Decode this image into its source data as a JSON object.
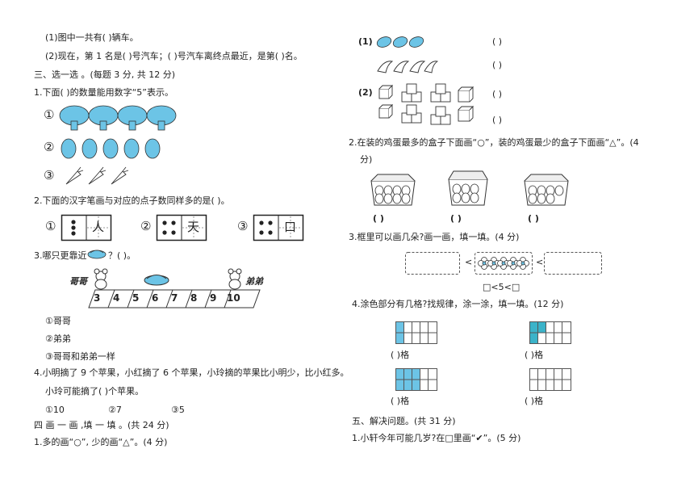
{
  "left": {
    "q_cars_1": "(1)图中一共有(    )辆车。",
    "q_cars_2": "(2)现在，第 1 名是(    )号汽车；(    )号汽车离终点最近，是第(    )名。",
    "sec3": "三、选一选 。(每题 3 分, 共 12 分)",
    "q1": "1.下面(    )的数量能用数字“5”表示。",
    "q1_opts": [
      "①",
      "②",
      "③"
    ],
    "q2": "2.下面的汉字笔画与对应的点子数同样多的是(    )。",
    "q2_opts": [
      "①",
      "②",
      "③"
    ],
    "q2_chars": [
      "人",
      "天",
      "口"
    ],
    "q3": "3.哪只更靠近",
    "q3_tail": "？(        )。",
    "q3_brother": "哥哥",
    "q3_younger": "弟弟",
    "q3_numbers": [
      "3",
      "4",
      "5",
      "6",
      "7",
      "8",
      "9",
      "10"
    ],
    "q3_opts": [
      "①哥哥",
      "②弟弟",
      "③哥哥和弟弟一样"
    ],
    "q4_line1": "4.小明摘了 9 个苹果，小红摘了 6 个苹果，小玲摘的苹果比小明少，比小红多。",
    "q4_line2": "小玲可能摘了(    )个苹果。",
    "q4_opts": [
      "①10",
      "②7",
      "③5"
    ],
    "sec4": "四  画 一 画 ,填 一 填 。(共 24 分)",
    "q41": "1.多的画“○”, 少的画“△”。(4 分)"
  },
  "right": {
    "p1": "(1)",
    "p2": "(2)",
    "paren": "(        )",
    "q2_line1": "2.在装的鸡蛋最多的盒子下面画“○”，装的鸡蛋最少的盒子下面画“△”。(4",
    "q2_line2": "分)",
    "q2_paren": "(        )",
    "q3": "3.框里可以画几朵?画一画，填一填。(4 分)",
    "lt": "<",
    "q3_formula": "□<5<□",
    "q4": "4.涂色部分有几格?找规律，涂一涂，填一填。(12 分)",
    "ge": "(        )格",
    "sec5": "五、解决问题。(共 31 分)",
    "q51": "1.小轩今年可能几岁?在□里画“✔”。(5 分)"
  },
  "colors": {
    "blue_fill": "#6cc4e6",
    "teal_fill": "#3bb3c9",
    "grid_line": "#555555",
    "text": "#222222"
  }
}
